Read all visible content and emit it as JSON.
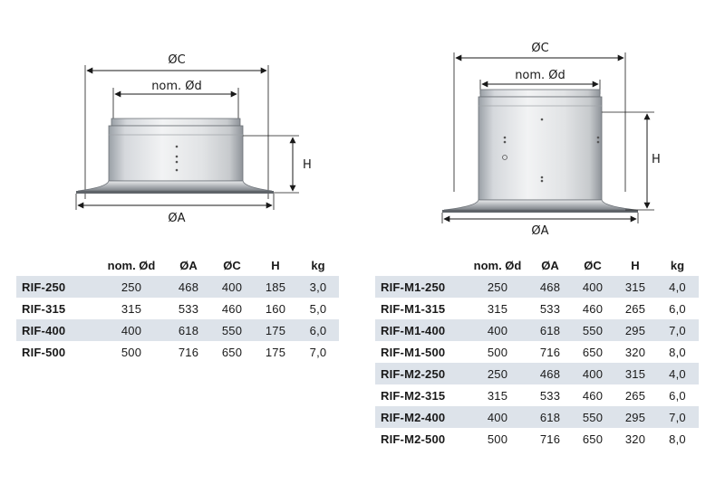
{
  "left_drawing": {
    "dim_c": "ØC",
    "dim_d": "nom. Ød",
    "dim_h": "H",
    "dim_a": "ØA"
  },
  "right_drawing": {
    "dim_c": "ØC",
    "dim_d": "nom. Ød",
    "dim_h": "H",
    "dim_a": "ØA"
  },
  "headers": [
    "",
    "nom. Ød",
    "ØA",
    "ØC",
    "H",
    "kg"
  ],
  "left_table": [
    [
      "RIF-250",
      "250",
      "468",
      "400",
      "185",
      "3,0"
    ],
    [
      "RIF-315",
      "315",
      "533",
      "460",
      "160",
      "5,0"
    ],
    [
      "RIF-400",
      "400",
      "618",
      "550",
      "175",
      "6,0"
    ],
    [
      "RIF-500",
      "500",
      "716",
      "650",
      "175",
      "7,0"
    ]
  ],
  "right_table": [
    [
      "RIF-M1-250",
      "250",
      "468",
      "400",
      "315",
      "4,0"
    ],
    [
      "RIF-M1-315",
      "315",
      "533",
      "460",
      "265",
      "6,0"
    ],
    [
      "RIF-M1-400",
      "400",
      "618",
      "550",
      "295",
      "7,0"
    ],
    [
      "RIF-M1-500",
      "500",
      "716",
      "650",
      "320",
      "8,0"
    ],
    [
      "RIF-M2-250",
      "250",
      "468",
      "400",
      "315",
      "4,0"
    ],
    [
      "RIF-M2-315",
      "315",
      "533",
      "460",
      "265",
      "6,0"
    ],
    [
      "RIF-M2-400",
      "400",
      "618",
      "550",
      "295",
      "7,0"
    ],
    [
      "RIF-M2-500",
      "500",
      "716",
      "650",
      "320",
      "8,0"
    ]
  ],
  "colors": {
    "row_shade": "#dde3ea",
    "line": "#1a1a1a"
  }
}
